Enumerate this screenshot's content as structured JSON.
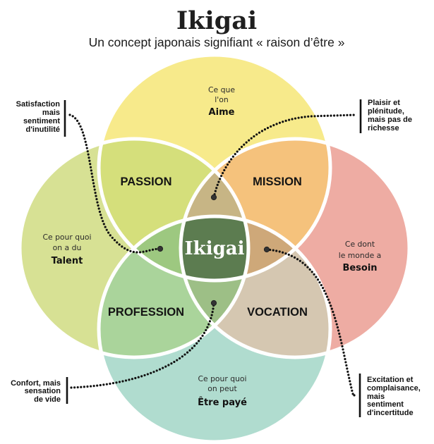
{
  "title": "Ikigai",
  "subtitle": "Un concept japonais signifiant « raison d’être »",
  "circles": {
    "aime": {
      "lines": [
        "Ce que",
        "l'on"
      ],
      "keyword": "Aime",
      "color": "#f7ea8b"
    },
    "talent": {
      "lines": [
        "Ce pour quoi",
        "on a du"
      ],
      "keyword": "Talent",
      "color": "#d7e194"
    },
    "besoin": {
      "lines": [
        "Ce dont",
        "le monde a"
      ],
      "keyword": "Besoin",
      "color": "#eeaca3"
    },
    "paye": {
      "lines": [
        "Ce pour quoi",
        "on peut"
      ],
      "keyword": "Être payé",
      "color": "#b0dccf"
    }
  },
  "overlaps": {
    "passion": {
      "label": "PASSION",
      "color": "#d5df7b"
    },
    "mission": {
      "label": "MISSION",
      "color": "#f5c27c"
    },
    "profession": {
      "label": "PROFESSION",
      "color": "#aad49b"
    },
    "vocation": {
      "label": "VOCATION",
      "color": "#d5c7b1"
    }
  },
  "triples": {
    "top": {
      "color": "#c7b585"
    },
    "left": {
      "color": "#9dc880"
    },
    "right": {
      "color": "#cea879"
    },
    "bottom": {
      "color": "#9dbf86"
    }
  },
  "center": {
    "label": "Ikigai",
    "color": "#5c7c50"
  },
  "annotations": {
    "satisfaction": {
      "lines": [
        "Satisfaction",
        "mais",
        "sentiment",
        "d'inutilité"
      ]
    },
    "plaisir": {
      "lines": [
        "Plaisir et",
        "plénitude,",
        "mais pas de",
        "richesse"
      ]
    },
    "confort": {
      "lines": [
        "Confort, mais",
        "sensation",
        "de vide"
      ]
    },
    "excitation": {
      "lines": [
        "Excitation et",
        "complaisance,",
        "mais",
        "sentiment",
        "d'incertitude"
      ]
    }
  }
}
